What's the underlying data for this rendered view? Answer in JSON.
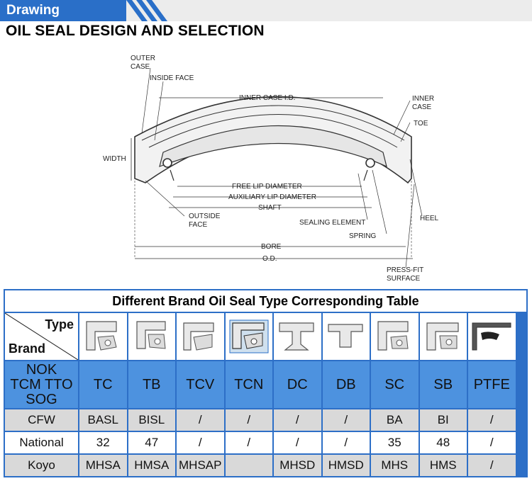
{
  "header": {
    "tab_label": "Drawing",
    "tab_color": "#2a6fc8"
  },
  "heading": "OIL SEAL DESIGN AND SELECTION",
  "diagram": {
    "labels": {
      "outer_case": [
        "OUTER",
        "CASE"
      ],
      "inside_face": "INSIDE FACE",
      "inner_case_id": "INNER CASE I.D.",
      "inner_case": [
        "INNER",
        "CASE"
      ],
      "toe": "TOE",
      "width": "WIDTH",
      "free_lip_diameter": "FREE LIP DIAMETER",
      "auxiliary_lip_diameter": "AUXILIARY LIP DIAMETER",
      "shaft": "SHAFT",
      "outside_face": [
        "OUTSIDE",
        "FACE"
      ],
      "sealing_element": "SEALING ELEMENT",
      "spring": "SPRING",
      "heel": "HEEL",
      "bore": "BORE",
      "od": "O.D.",
      "press_fit_surface": [
        "PRESS-FIT",
        "SURFACE"
      ]
    }
  },
  "table": {
    "title": "Different Brand Oil Seal Type Corresponding Table",
    "corner_type": "Type",
    "corner_brand": "Brand",
    "profile_icons": [
      "seal-profile-tc-icon",
      "seal-profile-tb-icon",
      "seal-profile-tcv-icon",
      "seal-profile-tcn-icon",
      "seal-profile-dc-icon",
      "seal-profile-db-icon",
      "seal-profile-sc-icon",
      "seal-profile-sb-icon",
      "seal-profile-ptfe-icon"
    ],
    "rows": [
      {
        "brand": "NOK\nTCM TTO\nSOG",
        "values": [
          "TC",
          "TB",
          "TCV",
          "TCN",
          "DC",
          "DB",
          "SC",
          "SB",
          "PTFE"
        ],
        "style": "blue"
      },
      {
        "brand": "CFW",
        "values": [
          "BASL",
          "BISL",
          "/",
          "/",
          "/",
          "/",
          "BA",
          "BI",
          "/"
        ],
        "style": "grey"
      },
      {
        "brand": "National",
        "values": [
          "32",
          "47",
          "/",
          "/",
          "/",
          "/",
          "35",
          "48",
          "/"
        ],
        "style": "white"
      },
      {
        "brand": "Koyo",
        "values": [
          "MHSA",
          "HMSA",
          "MHSAP",
          "",
          "MHSD",
          "HMSD",
          "MHS",
          "HMS",
          "/"
        ],
        "style": "grey"
      }
    ],
    "colors": {
      "border": "#2d6fc7",
      "blue_row": "#4d92df",
      "grey_row": "#d9d9d9"
    }
  }
}
